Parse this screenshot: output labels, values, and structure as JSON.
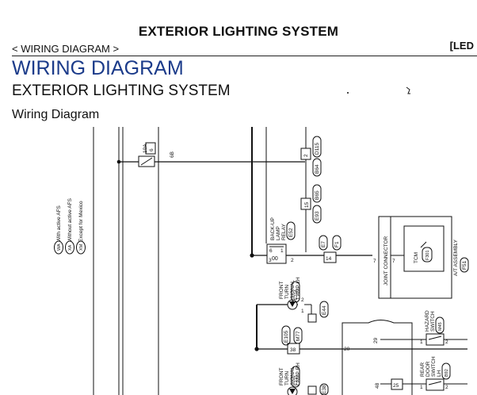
{
  "header": {
    "title": "EXTERIOR LIGHTING SYSTEM",
    "breadcrumb": "< WIRING DIAGRAM >",
    "right_tag": "[LED"
  },
  "section": {
    "title": "WIRING DIAGRAM",
    "subtitle": "EXTERIOR LIGHTING SYSTEM",
    "heading": "Wiring Diagram"
  },
  "legend": [
    {
      "code": "WA",
      "text": "With active AFS"
    },
    {
      "code": "XA",
      "text": "Without active AFS"
    },
    {
      "code": "XM",
      "text": "Except for Mexico"
    }
  ],
  "diagram": {
    "fuse_amp": "10A",
    "fuse_no": "6",
    "wire_6b": "6B",
    "conn_d115": "D115",
    "conn_b64": "B64",
    "conn_b65": "B65",
    "conn_e93": "E93",
    "conn_e52": "E52",
    "conn_e7": "E7",
    "conn_f1": "F1",
    "conn_e214": "E214",
    "conn_e44": "E44",
    "conn_e105": "E105",
    "conn_m77": "M77",
    "conn_e215": "E215",
    "conn_e38": "E38",
    "conn_m45": "M45",
    "conn_b92": "B92",
    "conn_f51": "F51",
    "conn_f301": "F301",
    "pin_2": "2",
    "pin_15": "15",
    "pin_6": "6",
    "pin_1": "1",
    "pin_3": "3",
    "pin_2b": "2",
    "pin_14": "14",
    "pin_7a": "7",
    "pin_7b": "7",
    "pin_lamp_1": "1",
    "pin_lamp_2": "2",
    "pin_38": "38",
    "pin_20": "20",
    "pin_29": "29",
    "pin_hz_1": "1",
    "pin_hz_2": "2",
    "pin_48": "48",
    "pin_25": "25",
    "pin_rd_1": "1",
    "pin_rd_2": "2",
    "relay_label": "BACK-UP LAMP RELAY",
    "relay_sym": "00",
    "jc_label": "JOINT CONNECTOR",
    "tcm_label": "TCM",
    "at_label": "A/T ASSEMBLY",
    "ftl_label": "FRONT TURN SIGNAL LAMP LH",
    "ftr_label": "FRONT TURN SIGNAL LAMP RH",
    "hz_label": "HAZARD SWITCH",
    "rd_label": "REAR DOOR SWITCH LH"
  },
  "colors": {
    "heading_blue": "#1b3b8a",
    "line": "#111111"
  }
}
